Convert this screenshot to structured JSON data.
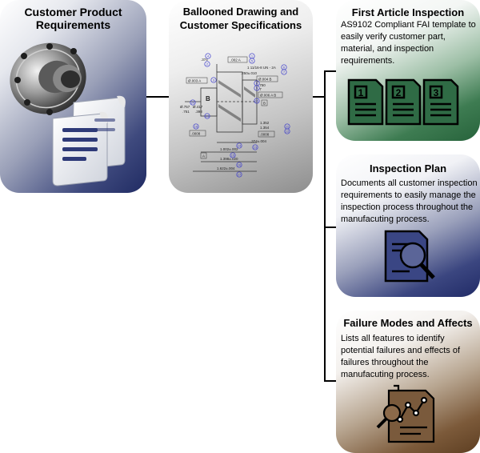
{
  "boxes": {
    "customer": {
      "title_line1": "Customer  Product",
      "title_line2": "Requirements",
      "icon": "flange-part-and-documents-icon"
    },
    "drawing": {
      "title_line1": "Ballooned Drawing and",
      "title_line2": "Customer Specifications",
      "icon": "ballooned-drawing-icon",
      "drawing_labels": {
        "top_dim": ".374",
        "flat": ".002 A",
        "pos1": "Ø.003 A",
        "bore": "B",
        "dia1": "Ø.757",
        "dia1b": ".751",
        "dia2": "Ø.417",
        "dia2b": ".398",
        "flat2": ".0008",
        "thread": "1 11/16-8 UN - 2A",
        "chamfer": ".250±.010",
        "pos2": "Ø.004 B",
        "dim3": ".750",
        "dim3b": ".7",
        "pos3": "Ø.006 A B",
        "datum_b": "B",
        "dim4": "1.352",
        "dim4b": "1.354",
        "flat3": ".0008",
        "dim5": ".374±.004",
        "datum_a": "A",
        "dim6": "1.002±.002",
        "dim7": "1.398±.020",
        "dim8": "1.622±.004",
        "balloons": [
          "1",
          "2",
          "3",
          "4",
          "5",
          "6",
          "7",
          "8",
          "9",
          "10",
          "11",
          "12",
          "13",
          "14",
          "15",
          "16",
          "17",
          "18",
          "19",
          "20"
        ]
      }
    },
    "fai": {
      "title": "First Article Inspection",
      "description": "AS9102 Compliant FAI template to easily verify customer part, material, and inspection requirements.",
      "icon": "numbered-documents-icon",
      "doc_numbers": [
        "1",
        "2",
        "3"
      ]
    },
    "plan": {
      "title": "Inspection Plan",
      "description": "Documents all customer inspection requirements to easily manage the inspection process throughout the manufacuting process.",
      "icon": "document-magnifier-icon"
    },
    "fmea": {
      "title": "Failure Modes and Affects",
      "description": "Lists all features to identify potential failures and effects of failures throughout the manufacuting process.",
      "icon": "analytics-report-icon"
    }
  },
  "colors": {
    "navy": "#202b63",
    "green": "#27633b",
    "brown": "#5e3f22",
    "gray": "#8e8e8e",
    "balloon": "#3b3bcc"
  }
}
